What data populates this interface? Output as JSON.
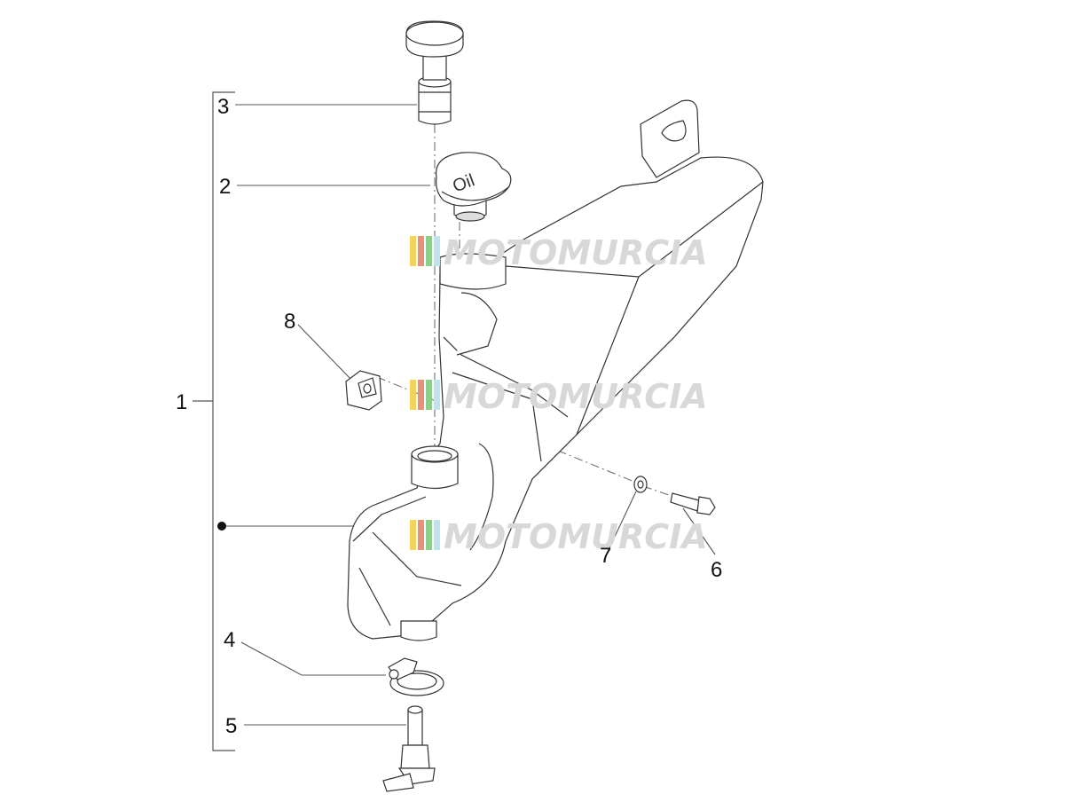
{
  "callouts": [
    {
      "id": "1",
      "label": "1"
    },
    {
      "id": "2",
      "label": "2"
    },
    {
      "id": "3",
      "label": "3"
    },
    {
      "id": "4",
      "label": "4"
    },
    {
      "id": "5",
      "label": "5"
    },
    {
      "id": "6",
      "label": "6"
    },
    {
      "id": "7",
      "label": "7"
    },
    {
      "id": "8",
      "label": "8"
    }
  ],
  "cap_marking": "Oil",
  "watermark": {
    "text": "MOTOMURCIA",
    "stripe_colors": [
      "#f3d35c",
      "#e8907a",
      "#8ccf8a",
      "#bfe3ea"
    ],
    "text_color": "#d8d8d8"
  }
}
